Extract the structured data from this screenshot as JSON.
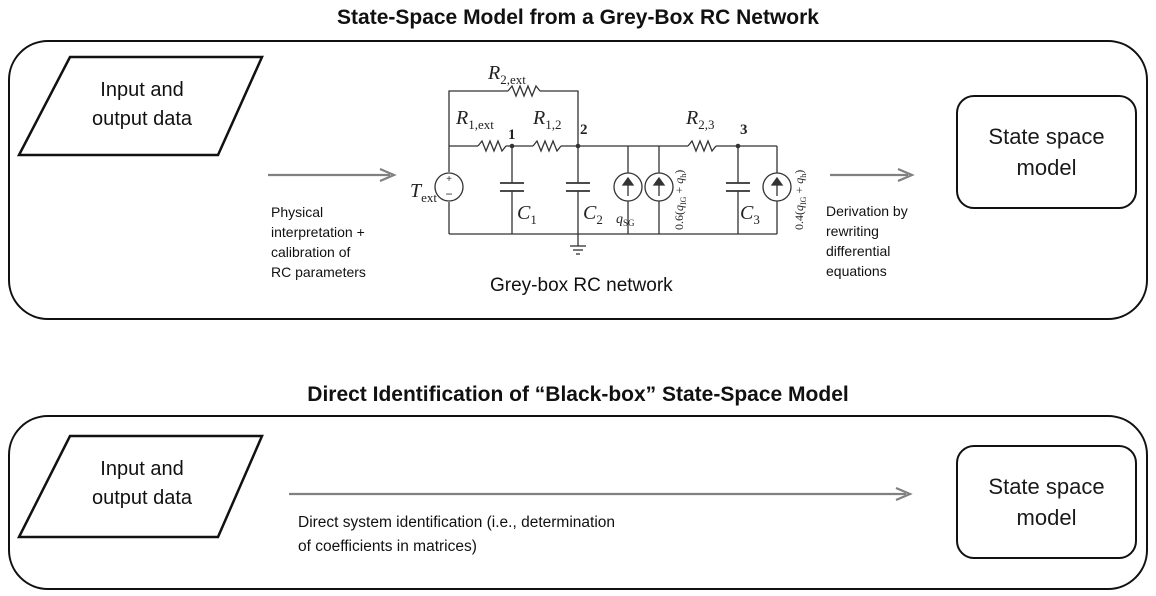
{
  "top": {
    "title": "State-Space Model from a Grey-Box RC Network",
    "input_lines": [
      "Input and",
      "output data"
    ],
    "arrow1_lines": [
      "Physical",
      "interpretation +",
      "calibration of",
      "RC parameters"
    ],
    "circuit_caption": "Grey-box RC network",
    "arrow2_lines": [
      "Derivation by",
      "rewriting",
      "differential",
      "equations"
    ],
    "state_lines": [
      "State space",
      "model"
    ],
    "circuit": {
      "R2ext": {
        "base": "R",
        "sub": "2,ext"
      },
      "R1ext": {
        "base": "R",
        "sub": "1,ext"
      },
      "R12": {
        "base": "R",
        "sub": "1,2"
      },
      "R23": {
        "base": "R",
        "sub": "2,3"
      },
      "node1": "1",
      "node2": "2",
      "node3": "3",
      "Text": {
        "base": "T",
        "sub": "ext"
      },
      "C1": {
        "base": "C",
        "sub": "1"
      },
      "C2": {
        "base": "C",
        "sub": "2"
      },
      "C3": {
        "base": "C",
        "sub": "3"
      },
      "qSG": {
        "base": "q",
        "sub": "SG"
      },
      "src2": {
        "pre": "0.6(",
        "q1": "q",
        "s1": "IG",
        "plus": " + ",
        "q2": "q",
        "s2": "h",
        "post": ")"
      },
      "src3": {
        "pre": "0.4(",
        "q1": "q",
        "s1": "IG",
        "plus": " + ",
        "q2": "q",
        "s2": "h",
        "post": ")"
      }
    }
  },
  "bottom": {
    "title": "Direct Identification of “Black-box” State-Space Model",
    "input_lines": [
      "Input and",
      "output data"
    ],
    "arrow_lines": [
      "Direct system identification (i.e., determination",
      "of coefficients in matrices)"
    ],
    "state_lines": [
      "State space",
      "model"
    ]
  }
}
